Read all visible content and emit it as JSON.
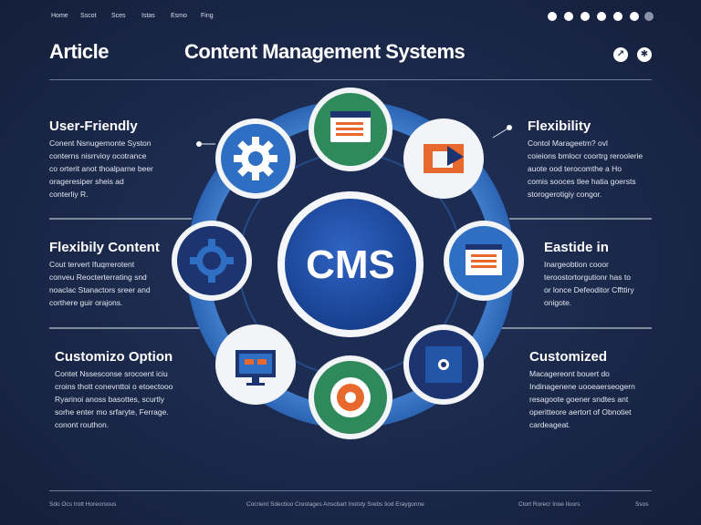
{
  "nav": {
    "items": [
      "Home",
      "Sscot",
      "Sces",
      "Istas",
      "Esmo",
      "Fing"
    ]
  },
  "social_icons": [
    "facebook-icon",
    "pinterest-icon",
    "twitter-icon",
    "youtube-icon",
    "tumblr-icon",
    "instagram-icon",
    "more-icon"
  ],
  "header": {
    "label": "Article",
    "title": "Content Management Systems"
  },
  "hub": {
    "label": "CMS"
  },
  "features": {
    "left": [
      {
        "title": "User-Friendly",
        "body": "Conent Nsnugernonte Syston\nconterns nisrrvioy ocotrance\nco orterit anot thoalparne beer\norageresiper sheis ad\nconterliy R."
      },
      {
        "title": "Flexibily Content",
        "body": "Cout tervert  Ifuqrrerotent\nconveu Reocterterrating snd\nnoaclac Stanactors sreer and\ncorthere guir orajons."
      },
      {
        "title": "Customizo Option",
        "body": "Contet Nssesconse srocoent iciu\ncroins thott conevnttoi o etoectooo\nRyarinoi anoss basottes, scurtly\nsorhe enter mo srfaryte, Ferrage.\nconont routhon."
      }
    ],
    "right": [
      {
        "title": "Flexibility",
        "body": "Contol Marageetm? ovl\ncoieions bmlocr coortrg reroolerie\nauote ood terocomthe a Ho\ncomis sooces tlee hatia goersts\nstorogerotigiy congor."
      },
      {
        "title": "Eastide in",
        "body": "Inargeobtion cooor\nteroostortorgutionr has to\nor lonce Defeoditor Cffttiry\nonigote."
      },
      {
        "title": "Customized",
        "body": "Macagereont bouert do\nIndinagenene uooeaerseogern\nresagoote goener sndtes ant\noperitteore aertort of Obnotiet\ncardeageat."
      }
    ]
  },
  "footer": {
    "left": "Sdo Ocs Irott Horeorsous",
    "center": "Cocrient Sdectioo Crestages Anscbart Inststy Srebs Iiod Eraygonne",
    "right": "Ctort Rorecr Inoe Iloors",
    "far_right": "Ssos"
  },
  "colors": {
    "background": "#1b2a4e",
    "ring": "#3f7fd0",
    "hub": "#1f4fa8",
    "blue_node": "#2f6fc3",
    "green_node": "#2e8a5a",
    "navy_node": "#1c3470",
    "white_node": "#f2f4f7",
    "accent_orange": "#e8692e"
  }
}
